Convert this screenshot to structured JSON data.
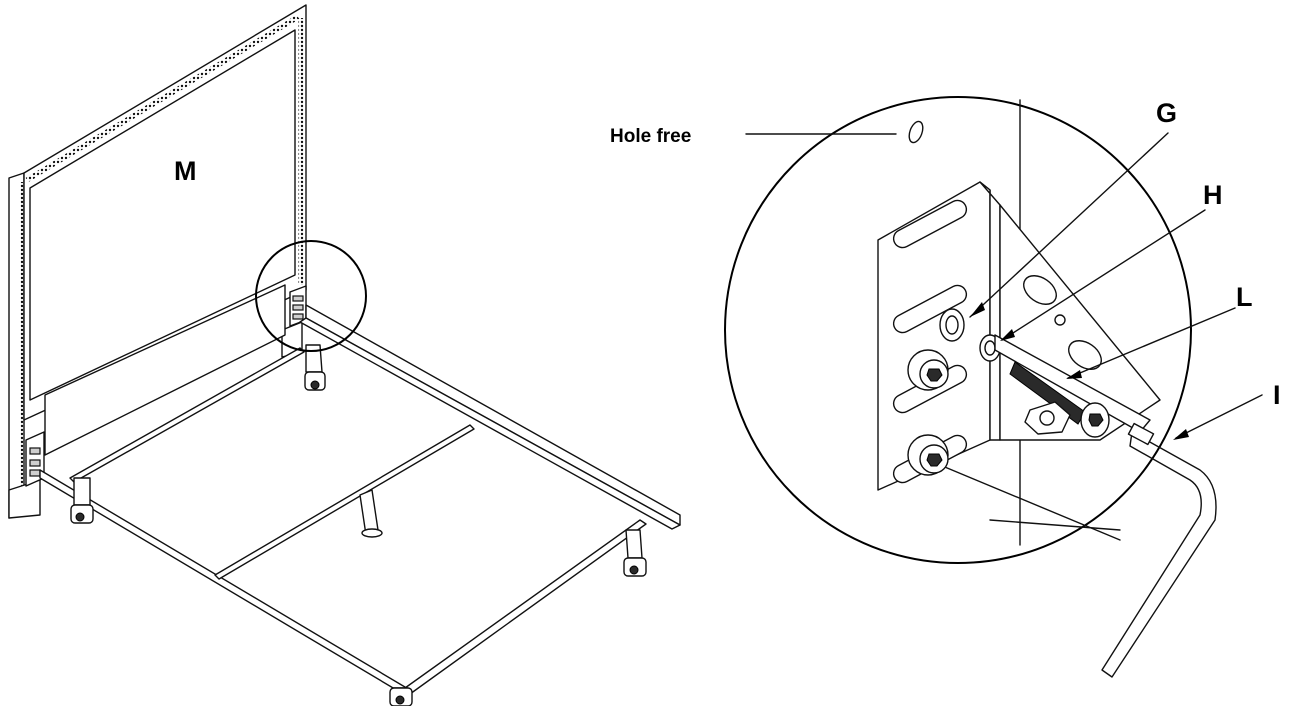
{
  "labels": {
    "headboard": "M",
    "hole_free": "Hole free",
    "g": "G",
    "h": "H",
    "l": "L",
    "i": "I"
  }
}
